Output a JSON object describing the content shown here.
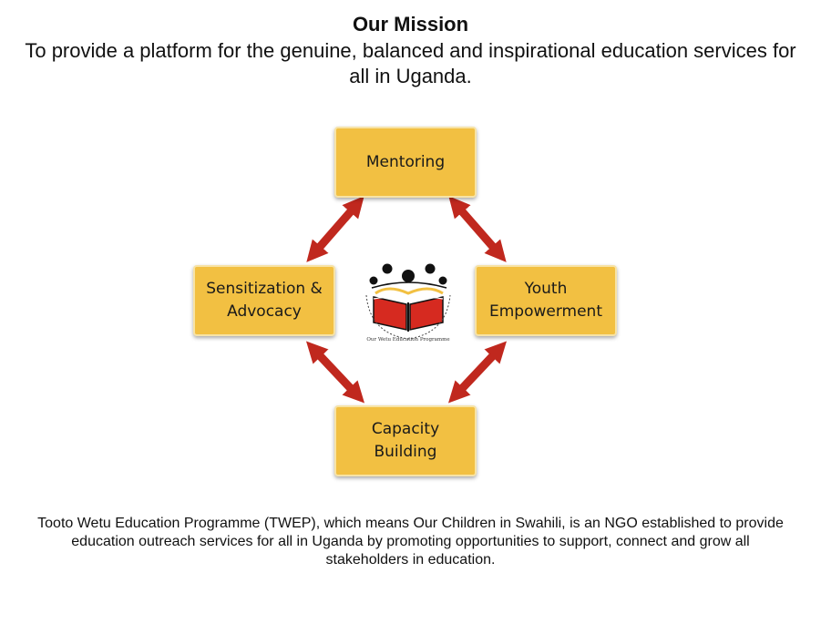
{
  "heading": "Our Mission",
  "mission_text": "To provide a platform for the genuine, balanced and inspirational education services for all in Uganda.",
  "nodes": {
    "top": "Mentoring",
    "left": "Sensitization &\nAdvocacy",
    "right": "Youth\nEmpowerment",
    "bottom": "Capacity\nBuilding"
  },
  "logo_text": "Our Wetu Education Programme",
  "description": "Tooto Wetu Education Programme (TWEP), which means Our Children in Swahili, is an NGO established  to provide education outreach services for all in Uganda by promoting opportunities to support, connect and grow all stakeholders in education.",
  "colors": {
    "box_fill": "#f2c042",
    "arrow": "#c0281e"
  }
}
